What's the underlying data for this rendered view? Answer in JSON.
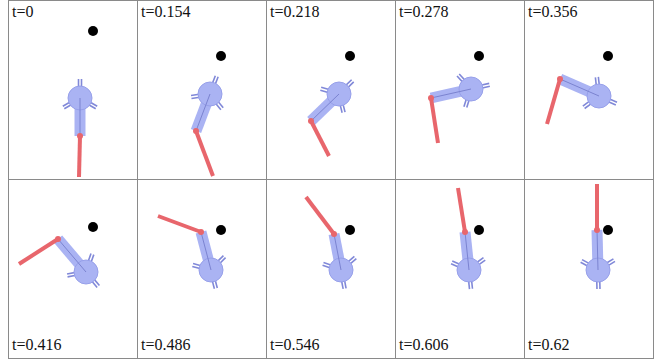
{
  "diagram": {
    "nodes": [
      {
        "text": [
          "t=0"
        ]
      },
      {
        "text": [
          "t=0.154"
        ]
      },
      {
        "text": [
          "t=0.218"
        ]
      },
      {
        "text": [
          "t=0.278"
        ]
      },
      {
        "text": [
          "t=0.356"
        ]
      },
      {
        "text": [
          "t=0.416"
        ]
      },
      {
        "text": [
          "t=0.486"
        ]
      },
      {
        "text": [
          "t=0.546"
        ]
      },
      {
        "text": [
          "t=0.606"
        ]
      },
      {
        "text": [
          "t=0.62"
        ]
      }
    ]
  }
}
